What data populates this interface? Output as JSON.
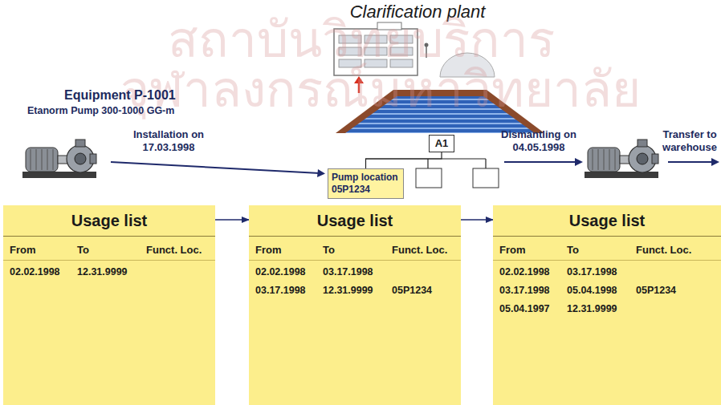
{
  "diagram": {
    "title": "Clarification plant",
    "nodes": [
      {
        "text": [
          "A1"
        ]
      },
      {
        "text": [
          "Pump location 05P1234"
        ]
      },
      {
        "text": [
          "Usage list",
          "From",
          "To",
          "Funct. Loc.",
          "02.02.1998",
          "12.31.9999"
        ]
      },
      {
        "text": [
          "Usage list",
          "From",
          "To",
          "Funct. Loc.",
          "02.02.1998",
          "03.17.1998",
          "03.17.1998",
          "12.31.9999",
          "05P1234"
        ]
      },
      {
        "text": [
          "Usage list",
          "From",
          "To",
          "Funct. Loc.",
          "02.02.1998",
          "03.17.1998",
          "03.17.1998",
          "05.04.1998",
          "05P1234",
          "05.04.1997",
          "12.31.9999"
        ]
      }
    ],
    "edges": [
      {
        "from": 0,
        "to": 1,
        "arrow": "none"
      },
      {
        "from": 2,
        "to": 3,
        "arrow": "to"
      },
      {
        "from": 3,
        "to": 4,
        "arrow": "to"
      }
    ],
    "labels": [
      "สถาบันวิทยบริการ",
      "จุฬาลงกรณ์มหาวิทยาลัย",
      "Equipment P-1001",
      "Etanorm Pump 300-1000 GG-m",
      "Installation on 17.03.1998",
      "Dismantling on 04.05.1998",
      "Transfer to warehouse"
    ]
  }
}
